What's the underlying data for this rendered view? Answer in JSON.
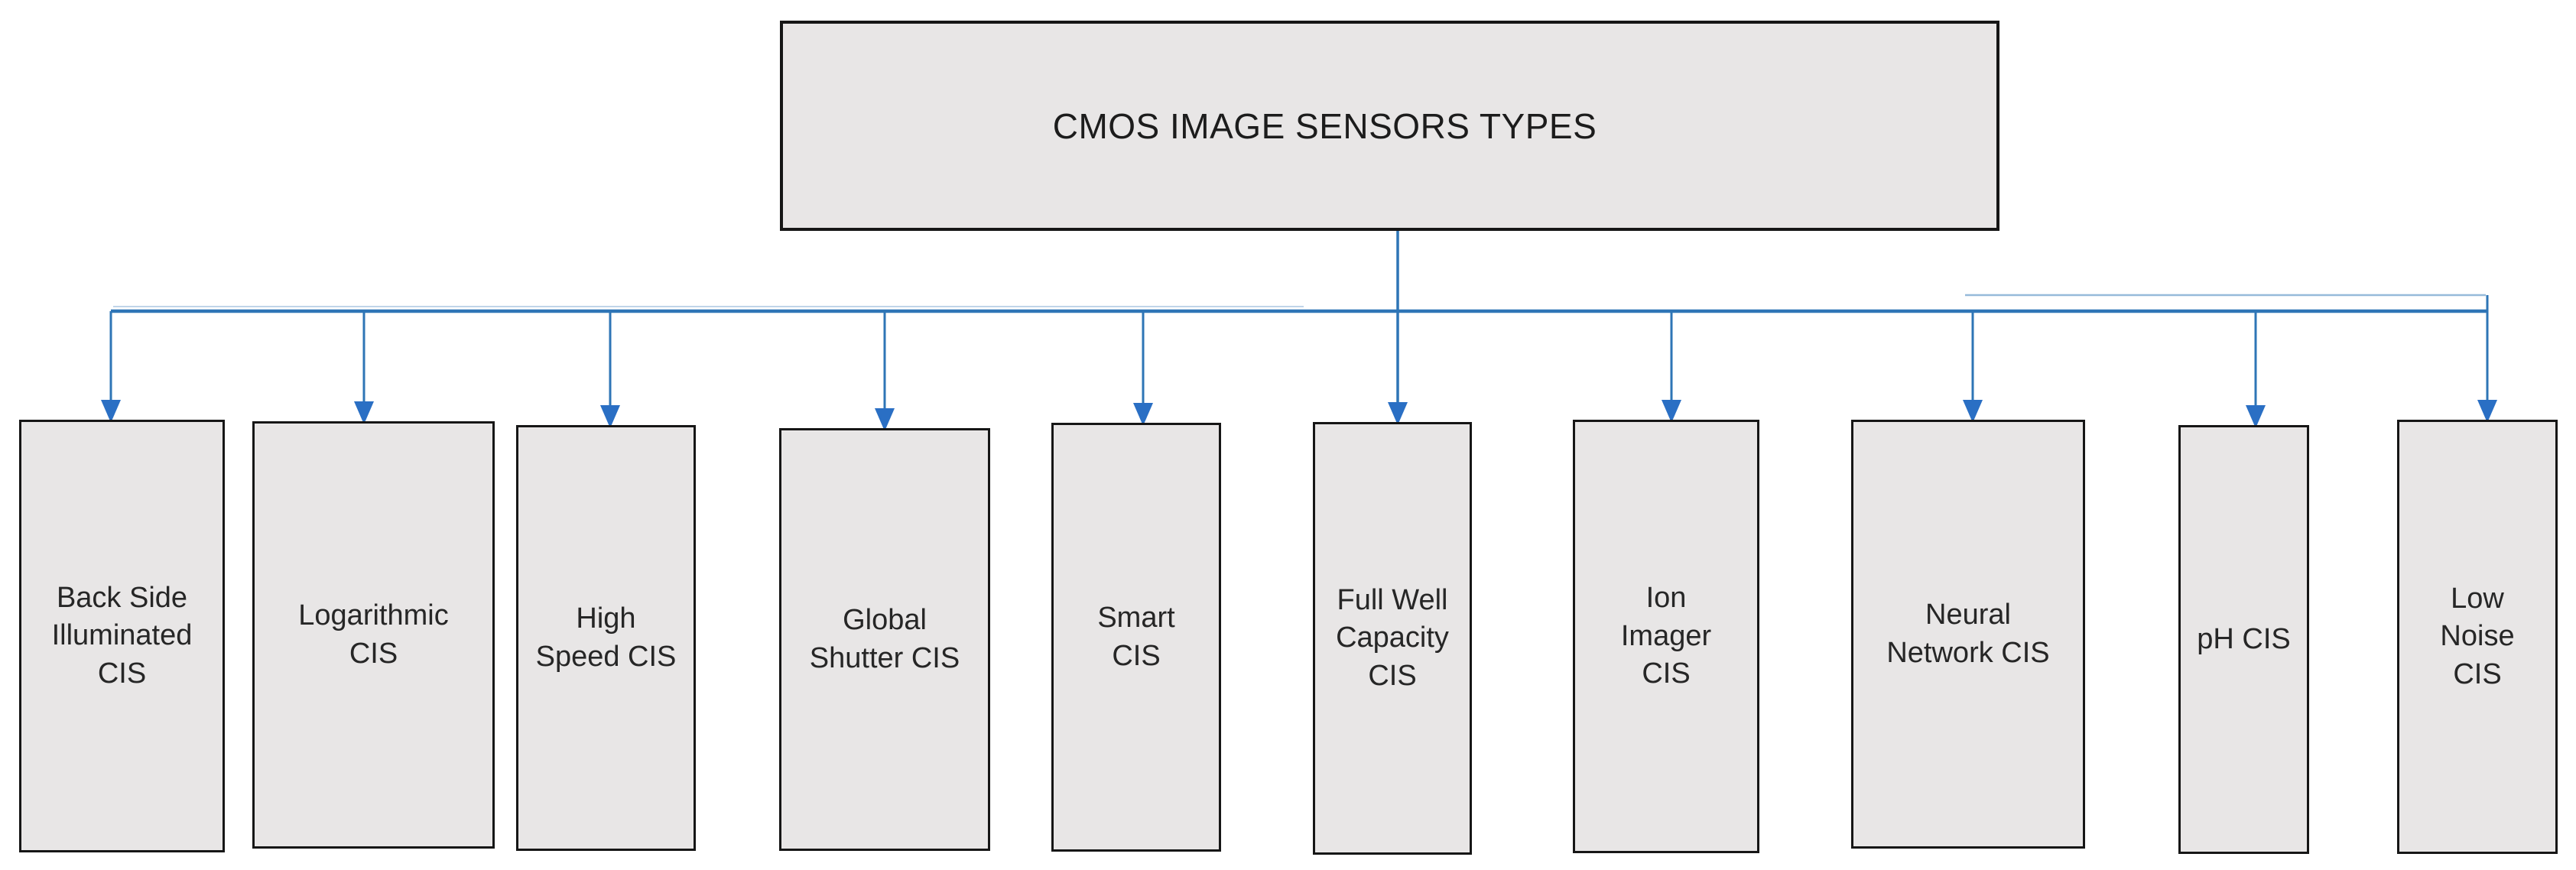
{
  "diagram": {
    "title": "CMOS IMAGE SENSORS TYPES",
    "boxes": [
      {
        "label": "Back Side\nIlluminated\nCIS"
      },
      {
        "label": "Logarithmic\nCIS"
      },
      {
        "label": "High\nSpeed CIS"
      },
      {
        "label": "Global\nShutter CIS"
      },
      {
        "label": "Smart\nCIS"
      },
      {
        "label": "Full Well\nCapacity\nCIS"
      },
      {
        "label": "Ion\nImager\nCIS"
      },
      {
        "label": "Neural\nNetwork CIS"
      },
      {
        "label": "pH CIS"
      },
      {
        "label": "Low\nNoise\nCIS"
      }
    ],
    "colors": {
      "background": "#ffffff",
      "box_fill": "#e8e6e6",
      "box_border": "#161616",
      "connector_line": "#2E75B6",
      "arrowhead": "#2a6fc4",
      "text": "#262626"
    }
  }
}
